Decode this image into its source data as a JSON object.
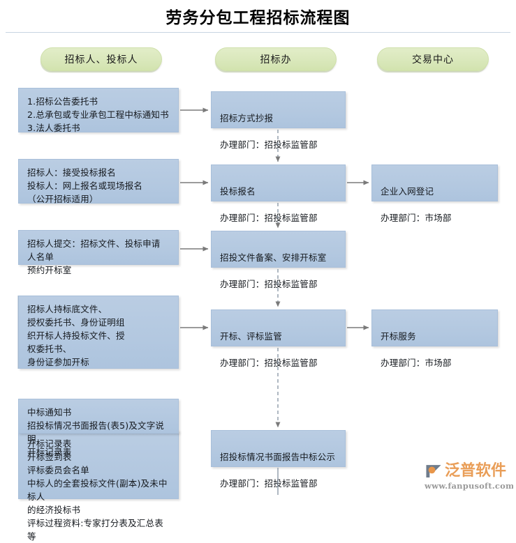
{
  "title": "劳务分包工程招标流程图",
  "lanes": [
    {
      "id": "lane-bidder",
      "label": "招标人、投标人"
    },
    {
      "id": "lane-bidding-office",
      "label": "招标办"
    },
    {
      "id": "lane-trading-center",
      "label": "交易中心"
    }
  ],
  "colors": {
    "box_fill": "#b3c8e0",
    "box_border": "#a8bfda",
    "pill_fill": "#dae8bc",
    "pill_border": "#cfe0aa",
    "connector": "#7a7a7a",
    "title_rule": "#c8d4e2",
    "logo_orange": "#e8964a",
    "logo_gray": "#9a9a9a"
  },
  "column1": [
    {
      "id": "c1-box1",
      "text": "1.招标公告委托书\n2.总承包或专业承包工程中标通知书\n3.法人委托书"
    },
    {
      "id": "c1-box2",
      "text": "招标人：接受投标报名\n投标人：网上报名或现场报名\n（公开招标适用）"
    },
    {
      "id": "c1-box3",
      "text": "招标人提交：招标文件、投标申请 人名单\n预约开标室"
    },
    {
      "id": "c1-box4",
      "text": "招标人持标底文件、\n授权委托书、身份证明组\n织开标人持投标文件、授\n权委托书、\n身份证参加开标"
    },
    {
      "id": "c1-box5",
      "text": "中标通知书\n招投标情况书面报告(表5)及文字说明\n开标记录表"
    },
    {
      "id": "c1-box6",
      "text": "开标记录表\n开标签到表\n评标委员会名单\n中标人的全套投标文件(副本)及未中标人\n的经济投标书\n评标过程资料:专家打分表及汇总表等"
    }
  ],
  "column2": [
    {
      "id": "c2-box1",
      "line1": "招标方式抄报",
      "line2": "办理部门：招投标监管部"
    },
    {
      "id": "c2-box2",
      "line1": "投标报名",
      "line2": "办理部门：招投标监管部"
    },
    {
      "id": "c2-box3",
      "line1": "招投文件备案、安排开标室",
      "line2": "办理部门：招投标监管部"
    },
    {
      "id": "c2-box4",
      "line1": "开标、评标监管",
      "line2": "办理部门：招投标监管部"
    },
    {
      "id": "c2-box5",
      "line1": "招投标情况书面报告中标公示",
      "line2": "办理部门：招投标监管部"
    }
  ],
  "column3": [
    {
      "id": "c3-box1",
      "line1": "企业入网登记",
      "line2": "办理部门：市场部"
    },
    {
      "id": "c3-box2",
      "line1": "开标服务",
      "line2": "办理部门：市场部"
    }
  ],
  "watermark": {
    "brand": "泛普软件",
    "url": "www.fanpusoft.com"
  }
}
